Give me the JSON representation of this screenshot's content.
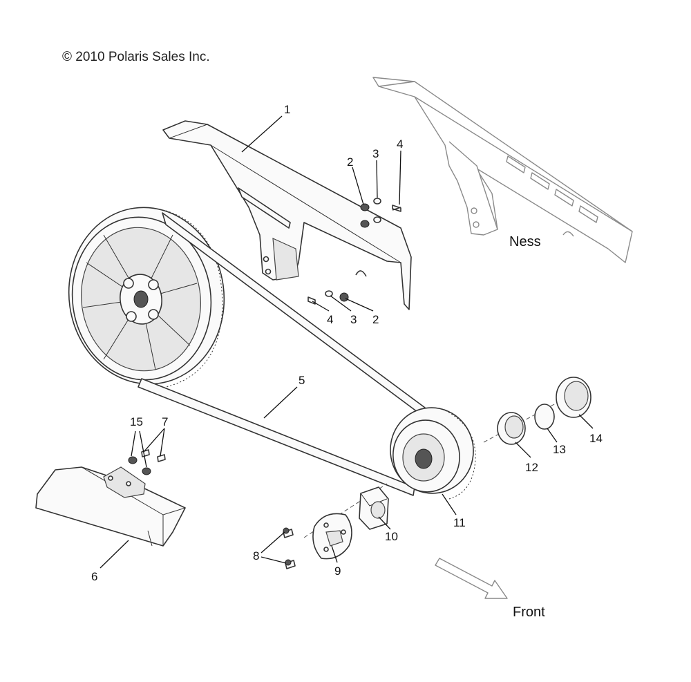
{
  "copyright": "© 2010 Polaris Sales Inc.",
  "labels": {
    "ness": "Ness",
    "front": "Front"
  },
  "callouts": {
    "c1": "1",
    "c2a": "2",
    "c3a": "3",
    "c4a": "4",
    "c2b": "2",
    "c3b": "3",
    "c4b": "4",
    "c5": "5",
    "c6": "6",
    "c7": "7",
    "c8": "8",
    "c9": "9",
    "c10": "10",
    "c11": "11",
    "c12": "12",
    "c13": "13",
    "c14": "14",
    "c15": "15"
  }
}
